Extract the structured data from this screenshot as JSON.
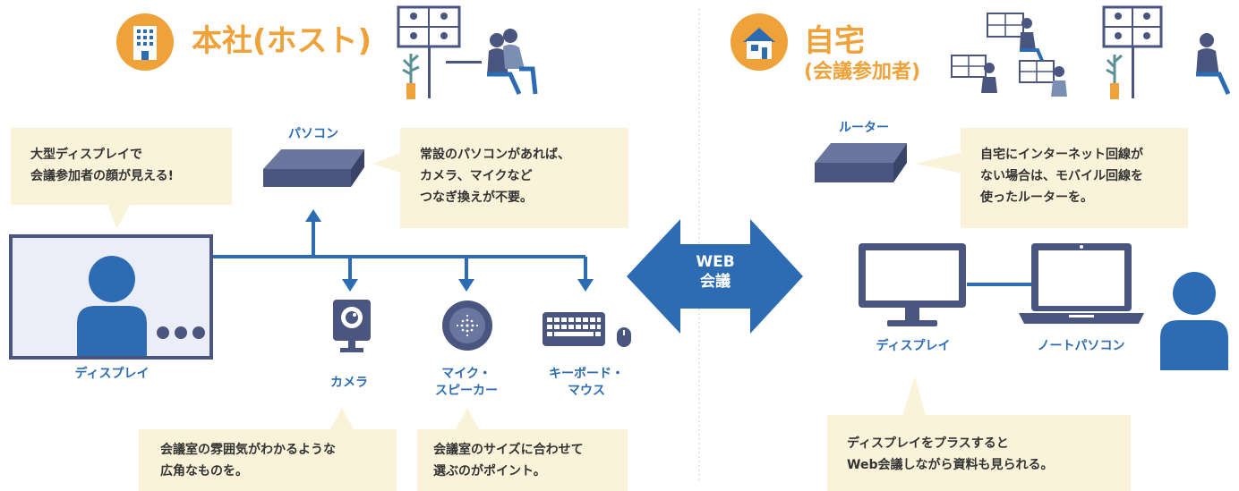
{
  "colors": {
    "blue": "#2d6cb3",
    "orange": "#f0a23a",
    "note_bg": "#faf3d9",
    "navy": "#4a5680"
  },
  "office": {
    "title": "本社(ホスト)",
    "notes": {
      "display_note": [
        "大型ディスプレイで",
        "会議参加者の顔が見える!"
      ],
      "pc_note": [
        "常設のパソコンがあれば、",
        "カメラ、マイクなど",
        "つなぎ換えが不要。"
      ],
      "camera_note": [
        "会議室の雰囲気がわかるような",
        "広角なものを。"
      ],
      "mic_note": [
        "会議室のサイズに合わせて",
        "選ぶのがポイント。"
      ]
    },
    "labels": {
      "pc": "パソコン",
      "display": "ディスプレイ",
      "camera": "カメラ",
      "mic": [
        "マイク・",
        "スピーカー"
      ],
      "keyboard": [
        "キーボード・",
        "マウス"
      ]
    }
  },
  "center": {
    "line1": "WEB",
    "line2": "会議"
  },
  "home": {
    "title": "自宅",
    "subtitle": "(会議参加者)",
    "notes": {
      "router_note": [
        "自宅にインターネット回線が",
        "ない場合は、モバイル回線を",
        "使ったルーターを。"
      ],
      "display_note": [
        "ディスプレイをプラスすると",
        "Web会議しながら資料も見られる。"
      ]
    },
    "labels": {
      "router": "ルーター",
      "display": "ディスプレイ",
      "laptop": "ノートパソコン"
    }
  },
  "icons": [
    "building-icon",
    "house-icon",
    "person-icon",
    "camera-icon",
    "microphone-icon",
    "keyboard-icon",
    "mouse-icon",
    "monitor-icon",
    "laptop-icon",
    "router-icon",
    "pc-icon"
  ]
}
